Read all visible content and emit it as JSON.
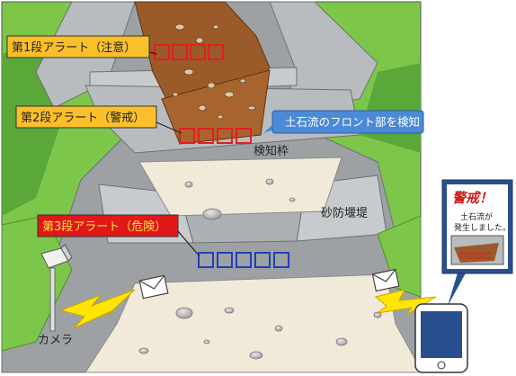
{
  "alerts": {
    "stage1": {
      "label": "第1段アラート（注意）",
      "color": "#fbbf2a",
      "text_color": "#222222",
      "frame_color": "#e02020"
    },
    "stage2": {
      "label": "第2段アラート（警戒）",
      "color": "#fbbf2a",
      "text_color": "#222222",
      "frame_color": "#e02020"
    },
    "stage3": {
      "label": "第3段アラート（危険）",
      "color": "#e01818",
      "text_color": "#ffe34a",
      "frame_color": "#1f3fb8"
    }
  },
  "callout": {
    "text": "土石流のフロント部を検知",
    "color": "#4a8ad6"
  },
  "labels": {
    "detection_frame": "検知枠",
    "sabo_dam": "砂防堰堤",
    "camera": "カメラ"
  },
  "phone": {
    "warning_title": "警戒！",
    "message_line1": "土石流が",
    "message_line2": "発生しました。",
    "title_color": "#d41a1a"
  },
  "colors": {
    "grass": "#7cc74a",
    "grass_dark": "#5aa83a",
    "slope_gray": "#b9bcbf",
    "road_gray": "#9ea1a4",
    "sand": "#f2ead8",
    "debris": "#9a5a2a",
    "lightning": "#ffe600",
    "phone_screen": "#2a4f8f"
  }
}
